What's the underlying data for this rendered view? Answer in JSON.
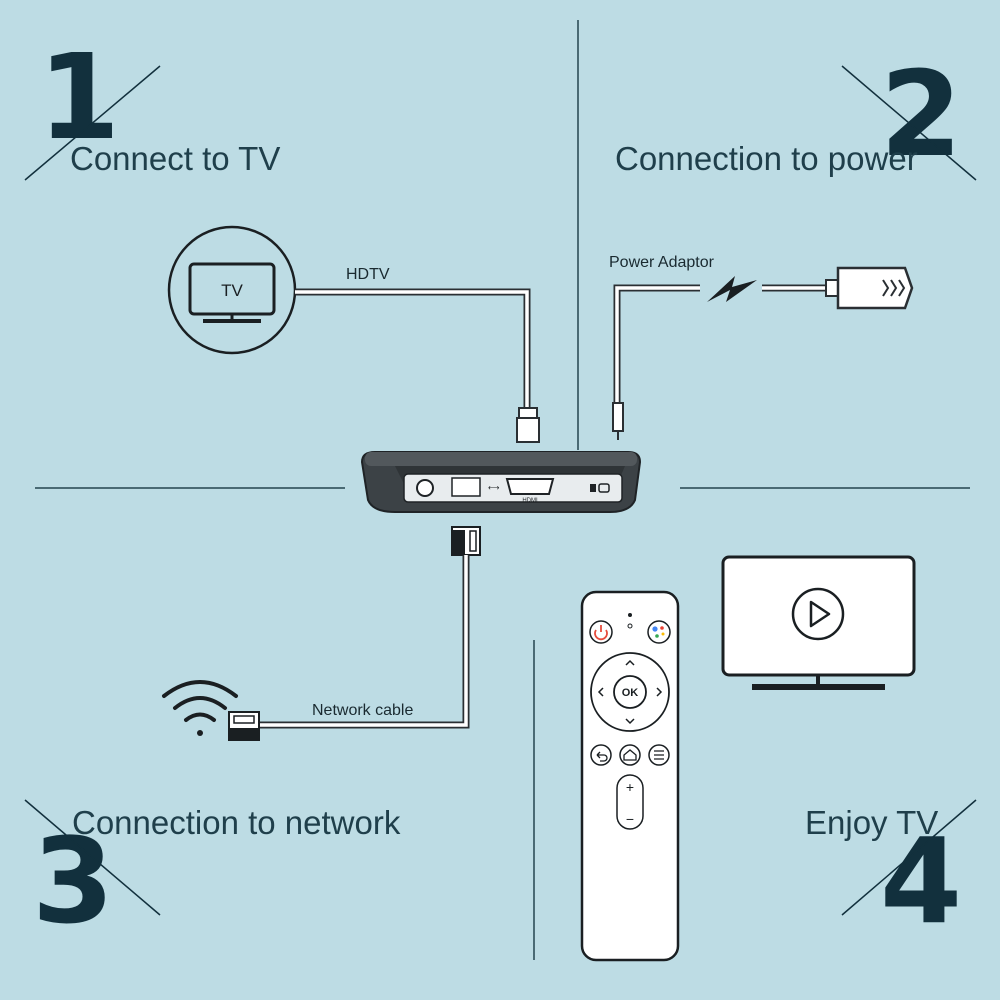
{
  "steps": [
    {
      "number": "1",
      "title": "Connect to TV"
    },
    {
      "number": "2",
      "title": "Connection to power"
    },
    {
      "number": "3",
      "title": "Connection to network"
    },
    {
      "number": "4",
      "title": "Enjoy TV"
    }
  ],
  "labels": {
    "tv_icon": "TV",
    "hdtv": "HDTV",
    "power_adaptor": "Power Adaptor",
    "network_cable": "Network cable",
    "hdmi_port": "HDMI"
  },
  "remote": {
    "ok": "OK",
    "plus": "+",
    "minus": "−"
  },
  "colors": {
    "background": "#bddce4",
    "ink": "#12303d",
    "line": "#2a2f33"
  }
}
